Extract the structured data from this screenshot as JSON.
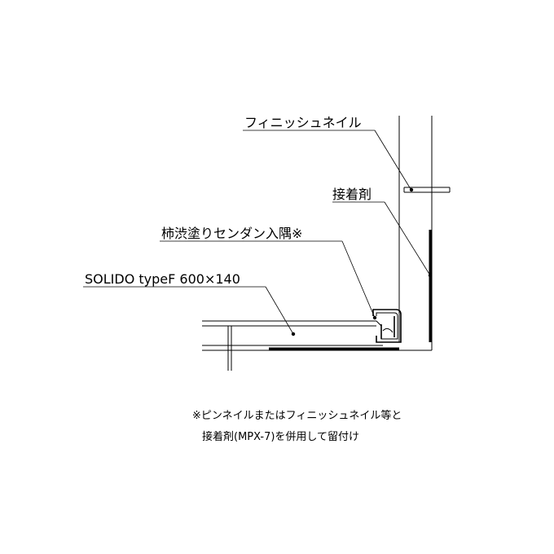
{
  "labels": {
    "finish_nail": "フィニッシュネイル",
    "adhesive": "接着剤",
    "corner_trim": "柿渋塗りセンダン入隅※",
    "product": "SOLIDO typeF 600×140"
  },
  "note": {
    "line1": "※ピンネイルまたはフィニッシュネイル等と",
    "line2": "接着剤(MPX-7)を併用して留付け"
  }
}
